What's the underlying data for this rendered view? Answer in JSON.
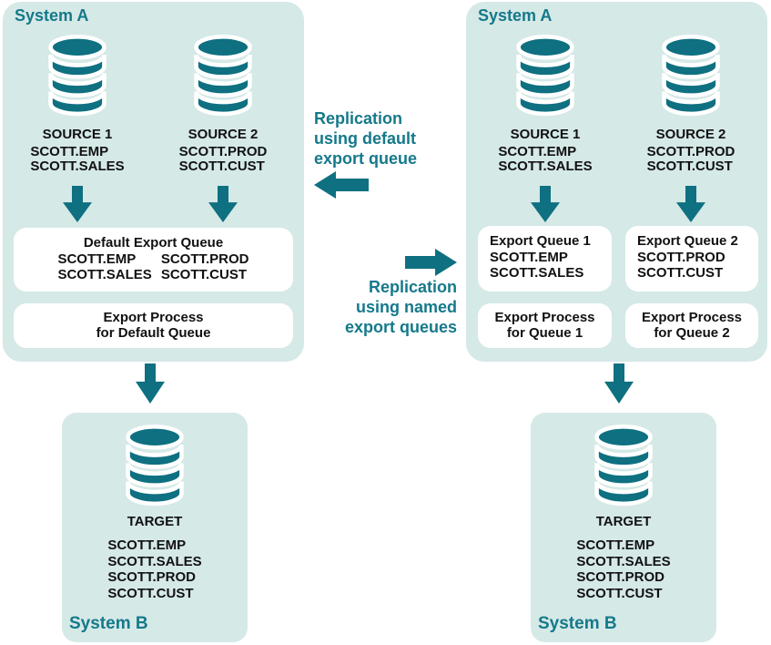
{
  "colors": {
    "teal": "#0E7080",
    "tealText": "#15798A",
    "panelBg": "#D5E9E7",
    "boxBg": "#FFFFFF",
    "textDark": "#111111"
  },
  "systems": {
    "a_default": {
      "title": "System A",
      "sources": [
        {
          "label": "SOURCE 1",
          "tables": [
            "SCOTT.EMP",
            "SCOTT.SALES"
          ]
        },
        {
          "label": "SOURCE 2",
          "tables": [
            "SCOTT.PROD",
            "SCOTT.CUST"
          ]
        }
      ],
      "queue_box": {
        "title": "Default Export Queue",
        "col1": [
          "SCOTT.EMP",
          "SCOTT.SALES"
        ],
        "col2": [
          "SCOTT.PROD",
          "SCOTT.CUST"
        ]
      },
      "process_box": [
        "Export Process",
        "for Default Queue"
      ]
    },
    "a_named": {
      "title": "System A",
      "sources": [
        {
          "label": "SOURCE 1",
          "tables": [
            "SCOTT.EMP",
            "SCOTT.SALES"
          ]
        },
        {
          "label": "SOURCE 2",
          "tables": [
            "SCOTT.PROD",
            "SCOTT.CUST"
          ]
        }
      ],
      "queue_boxes": [
        {
          "title": "Export Queue 1",
          "tables": [
            "SCOTT.EMP",
            "SCOTT.SALES"
          ]
        },
        {
          "title": "Export Queue 2",
          "tables": [
            "SCOTT.PROD",
            "SCOTT.CUST"
          ]
        }
      ],
      "process_boxes": [
        [
          "Export Process",
          "for Queue 1"
        ],
        [
          "Export Process",
          "for Queue 2"
        ]
      ]
    },
    "b_default": {
      "title": "System B",
      "target": "TARGET",
      "tables": [
        "SCOTT.EMP",
        "SCOTT.SALES",
        "SCOTT.PROD",
        "SCOTT.CUST"
      ]
    },
    "b_named": {
      "title": "System B",
      "target": "TARGET",
      "tables": [
        "SCOTT.EMP",
        "SCOTT.SALES",
        "SCOTT.PROD",
        "SCOTT.CUST"
      ]
    }
  },
  "annotations": {
    "default_flow": [
      "Replication",
      "using default",
      "export queue"
    ],
    "named_flow": [
      "Replication",
      "using named",
      "export queues"
    ]
  }
}
